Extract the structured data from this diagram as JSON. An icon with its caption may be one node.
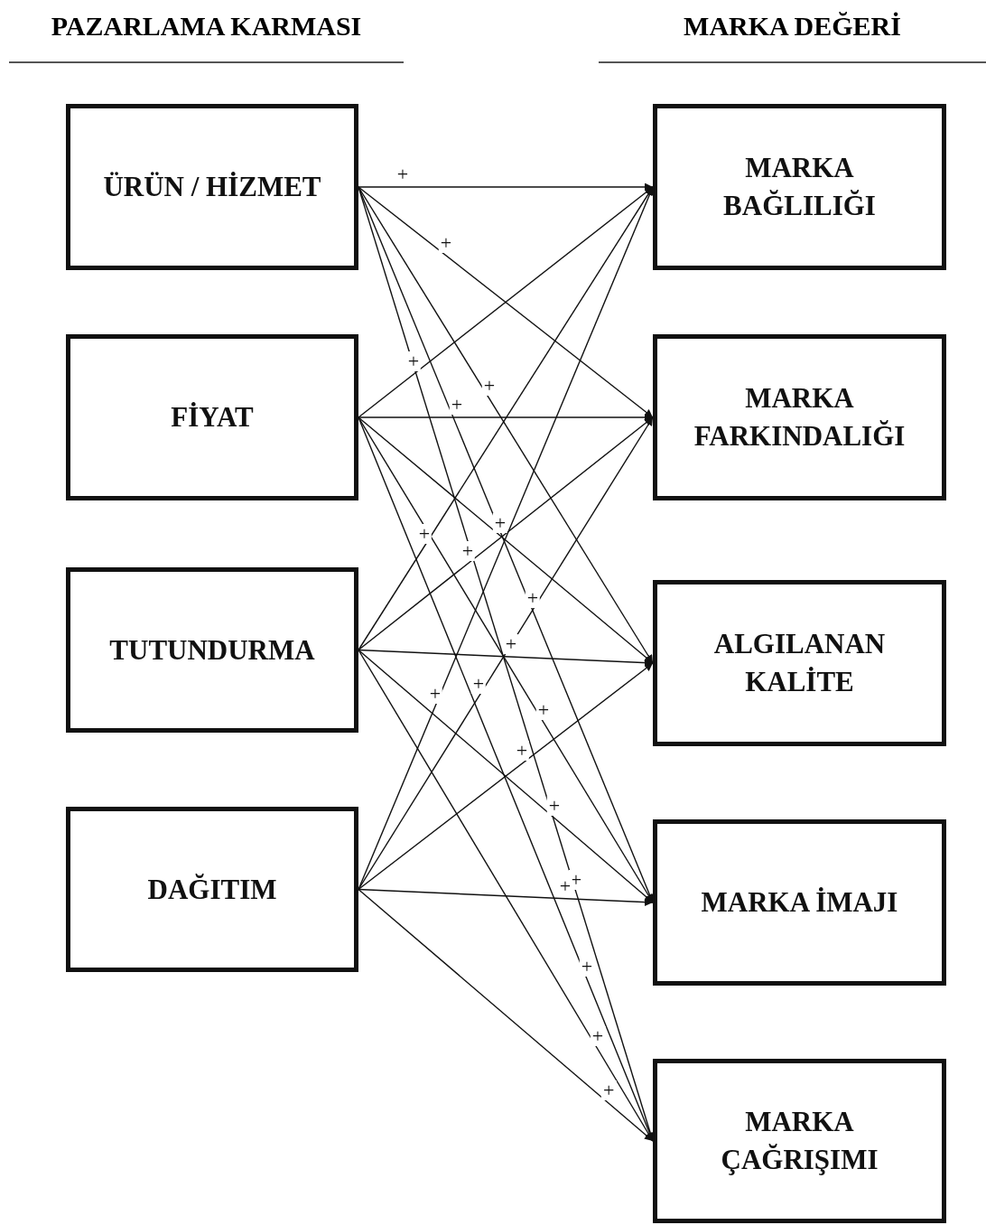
{
  "diagram": {
    "nodes": [
      {
        "text": [
          "ÜRÜN / HİZMET"
        ]
      },
      {
        "text": [
          "FİYAT"
        ]
      },
      {
        "text": [
          "TUTUNDURMA"
        ]
      },
      {
        "text": [
          "DAĞITIM"
        ]
      },
      {
        "text": [
          "MARKA BAĞLILIĞI"
        ]
      },
      {
        "text": [
          "MARKA FARKINDALIĞI"
        ]
      },
      {
        "text": [
          "ALGILANAN KALİTE"
        ]
      },
      {
        "text": [
          "MARKA İMAJI"
        ]
      },
      {
        "text": [
          "MARKA ÇAĞRIŞIMI"
        ]
      }
    ],
    "edges": [
      {
        "from": 0,
        "to": 4,
        "arrow": "to",
        "label": "+"
      },
      {
        "from": 0,
        "to": 5,
        "arrow": "to",
        "label": "+"
      },
      {
        "from": 0,
        "to": 6,
        "arrow": "to",
        "label": "+"
      },
      {
        "from": 0,
        "to": 7,
        "arrow": "to",
        "label": "+"
      },
      {
        "from": 0,
        "to": 8,
        "arrow": "to",
        "label": "+"
      },
      {
        "from": 1,
        "to": 4,
        "arrow": "to",
        "label": "+"
      },
      {
        "from": 1,
        "to": 5,
        "arrow": "to",
        "label": "+"
      },
      {
        "from": 1,
        "to": 6,
        "arrow": "to",
        "label": "+"
      },
      {
        "from": 1,
        "to": 7,
        "arrow": "to",
        "label": "+"
      },
      {
        "from": 1,
        "to": 8,
        "arrow": "to",
        "label": "+"
      },
      {
        "from": 2,
        "to": 4,
        "arrow": "to",
        "label": "+"
      },
      {
        "from": 2,
        "to": 5,
        "arrow": "to",
        "label": "+"
      },
      {
        "from": 2,
        "to": 6,
        "arrow": "to",
        "label": "+"
      },
      {
        "from": 2,
        "to": 7,
        "arrow": "to",
        "label": "+"
      },
      {
        "from": 2,
        "to": 8,
        "arrow": "to",
        "label": "+"
      },
      {
        "from": 3,
        "to": 4,
        "arrow": "to",
        "label": "+"
      },
      {
        "from": 3,
        "to": 5,
        "arrow": "to",
        "label": "+"
      },
      {
        "from": 3,
        "to": 6,
        "arrow": "to",
        "label": "+"
      },
      {
        "from": 3,
        "to": 7,
        "arrow": "to",
        "label": "+"
      },
      {
        "from": 3,
        "to": 8,
        "arrow": "to",
        "label": "+"
      }
    ],
    "labels": [
      "PAZARLAMA KARMASI",
      "MARKA DEĞERİ"
    ]
  }
}
